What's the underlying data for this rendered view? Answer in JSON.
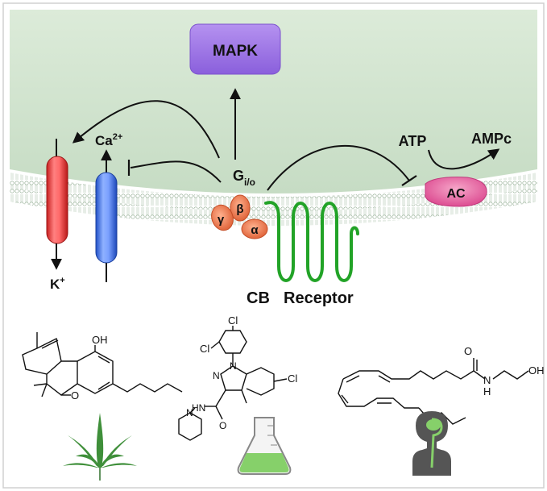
{
  "diagram": {
    "mapk_label": "MAPK",
    "atp_label": "ATP",
    "ampc_label": "AMPc",
    "ac_label": "AC",
    "ca_label": "Ca",
    "ca_charge": "2+",
    "k_label": "K",
    "k_charge": "+",
    "g_label": "G",
    "g_subscript": "i/o",
    "gamma_label": "γ",
    "beta_label": "β",
    "alpha_label": "α",
    "receptor_cb": "CB",
    "receptor_label": "Receptor"
  },
  "structures": {
    "thc_oh": "OH",
    "thc_o": "O",
    "rimonabant_cl_top": "Cl",
    "rimonabant_cl_left": "Cl",
    "rimonabant_cl_right": "Cl",
    "rimonabant_n1": "N",
    "rimonabant_n2": "N",
    "rimonabant_hn": "HN",
    "rimonabant_pip_n": "N",
    "rimonabant_o": "O",
    "anandamide_o": "O",
    "anandamide_n": "N",
    "anandamide_h": "H",
    "anandamide_oh": "OH"
  },
  "colors": {
    "cell_bg": "#cfe3cf",
    "mapk_box": "#a27ae6",
    "k_channel": "#e8433f",
    "ca_channel": "#4a82ee",
    "ac_enzyme": "#e86fa6",
    "g_protein": "#f08a63",
    "receptor": "#22a327",
    "leaf": "#3f8f3a",
    "flask_liquid": "#86d06a"
  }
}
